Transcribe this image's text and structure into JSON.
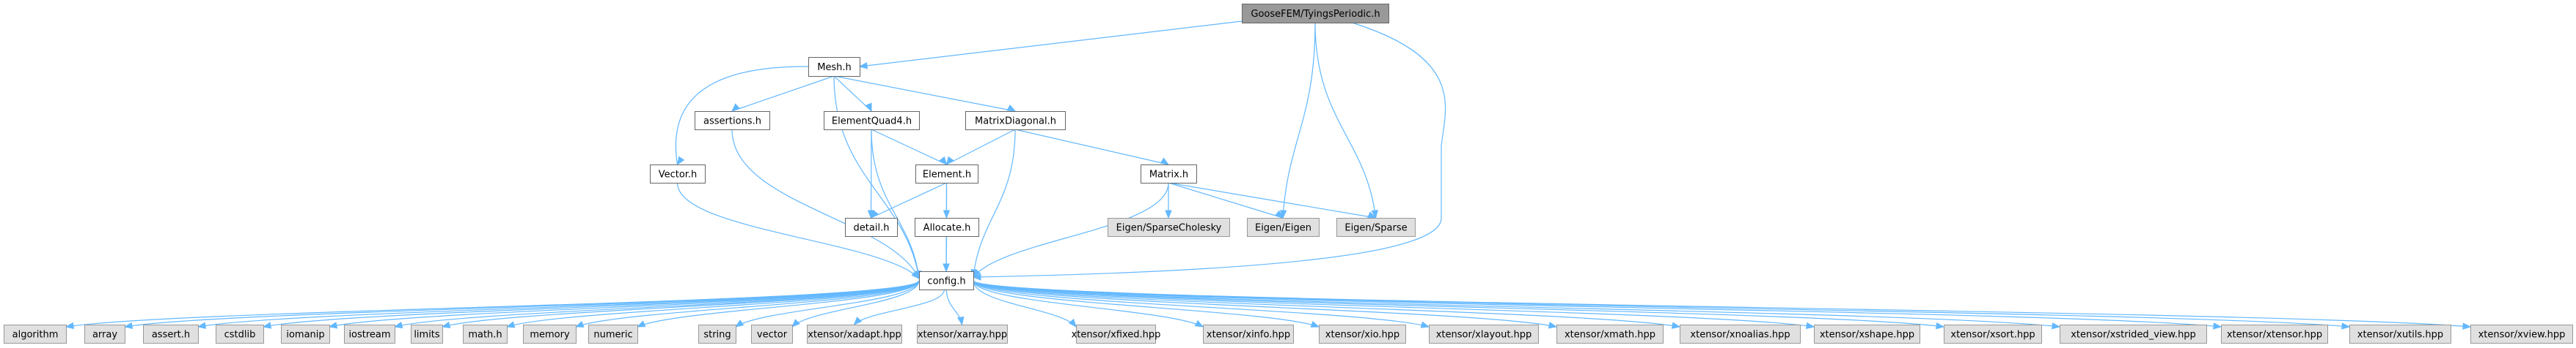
{
  "diagram": {
    "title": "Include dependency graph for GooseFEM/TyingsPeriodic.h",
    "colors": {
      "edge": "#63b8ff",
      "root_fill": "#999999",
      "project_fill": "#ffffff",
      "external_fill": "#e0e0e0",
      "border": "#666666"
    },
    "nodes": [
      {
        "id": "root",
        "label": "GooseFEM/TyingsPeriodic.h",
        "kind": "root"
      },
      {
        "id": "mesh",
        "label": "Mesh.h",
        "kind": "project"
      },
      {
        "id": "assertions",
        "label": "assertions.h",
        "kind": "project"
      },
      {
        "id": "elementquad4",
        "label": "ElementQuad4.h",
        "kind": "project"
      },
      {
        "id": "matrixdiagonal",
        "label": "MatrixDiagonal.h",
        "kind": "project"
      },
      {
        "id": "vector",
        "label": "Vector.h",
        "kind": "project"
      },
      {
        "id": "element",
        "label": "Element.h",
        "kind": "project"
      },
      {
        "id": "matrix",
        "label": "Matrix.h",
        "kind": "project"
      },
      {
        "id": "detail",
        "label": "detail.h",
        "kind": "project"
      },
      {
        "id": "allocate",
        "label": "Allocate.h",
        "kind": "project"
      },
      {
        "id": "sparsecholesky",
        "label": "Eigen/SparseCholesky",
        "kind": "external"
      },
      {
        "id": "eigen",
        "label": "Eigen/Eigen",
        "kind": "external"
      },
      {
        "id": "sparse",
        "label": "Eigen/Sparse",
        "kind": "external"
      },
      {
        "id": "config",
        "label": "config.h",
        "kind": "project"
      },
      {
        "id": "algorithm",
        "label": "algorithm",
        "kind": "external"
      },
      {
        "id": "array",
        "label": "array",
        "kind": "external"
      },
      {
        "id": "assert",
        "label": "assert.h",
        "kind": "external"
      },
      {
        "id": "cstdlib",
        "label": "cstdlib",
        "kind": "external"
      },
      {
        "id": "iomanip",
        "label": "iomanip",
        "kind": "external"
      },
      {
        "id": "iostream",
        "label": "iostream",
        "kind": "external"
      },
      {
        "id": "limits",
        "label": "limits",
        "kind": "external"
      },
      {
        "id": "math",
        "label": "math.h",
        "kind": "external"
      },
      {
        "id": "memory",
        "label": "memory",
        "kind": "external"
      },
      {
        "id": "numeric",
        "label": "numeric",
        "kind": "external"
      },
      {
        "id": "string",
        "label": "string",
        "kind": "external"
      },
      {
        "id": "vectorstd",
        "label": "vector",
        "kind": "external"
      },
      {
        "id": "xadapt",
        "label": "xtensor/xadapt.hpp",
        "kind": "external"
      },
      {
        "id": "xarray",
        "label": "xtensor/xarray.hpp",
        "kind": "external"
      },
      {
        "id": "xfixed",
        "label": "xtensor/xfixed.hpp",
        "kind": "external"
      },
      {
        "id": "xinfo",
        "label": "xtensor/xinfo.hpp",
        "kind": "external"
      },
      {
        "id": "xio",
        "label": "xtensor/xio.hpp",
        "kind": "external"
      },
      {
        "id": "xlayout",
        "label": "xtensor/xlayout.hpp",
        "kind": "external"
      },
      {
        "id": "xmath",
        "label": "xtensor/xmath.hpp",
        "kind": "external"
      },
      {
        "id": "xnoalias",
        "label": "xtensor/xnoalias.hpp",
        "kind": "external"
      },
      {
        "id": "xshape",
        "label": "xtensor/xshape.hpp",
        "kind": "external"
      },
      {
        "id": "xsort",
        "label": "xtensor/xsort.hpp",
        "kind": "external"
      },
      {
        "id": "xstrided",
        "label": "xtensor/xstrided_view.hpp",
        "kind": "external"
      },
      {
        "id": "xtensor",
        "label": "xtensor/xtensor.hpp",
        "kind": "external"
      },
      {
        "id": "xutils",
        "label": "xtensor/xutils.hpp",
        "kind": "external"
      },
      {
        "id": "xview",
        "label": "xtensor/xview.hpp",
        "kind": "external"
      }
    ],
    "edges": [
      [
        "root",
        "mesh"
      ],
      [
        "root",
        "eigen"
      ],
      [
        "root",
        "sparse"
      ],
      [
        "root",
        "config"
      ],
      [
        "mesh",
        "vector"
      ],
      [
        "mesh",
        "assertions"
      ],
      [
        "mesh",
        "config"
      ],
      [
        "mesh",
        "elementquad4"
      ],
      [
        "mesh",
        "matrixdiagonal"
      ],
      [
        "assertions",
        "config"
      ],
      [
        "elementquad4",
        "config"
      ],
      [
        "elementquad4",
        "detail"
      ],
      [
        "elementquad4",
        "element"
      ],
      [
        "matrixdiagonal",
        "element"
      ],
      [
        "matrixdiagonal",
        "config"
      ],
      [
        "matrixdiagonal",
        "matrix"
      ],
      [
        "vector",
        "config"
      ],
      [
        "element",
        "detail"
      ],
      [
        "element",
        "allocate"
      ],
      [
        "element",
        "config"
      ],
      [
        "matrix",
        "config"
      ],
      [
        "matrix",
        "sparsecholesky"
      ],
      [
        "matrix",
        "eigen"
      ],
      [
        "matrix",
        "sparse"
      ],
      [
        "allocate",
        "config"
      ],
      [
        "config",
        "algorithm"
      ],
      [
        "config",
        "array"
      ],
      [
        "config",
        "assert"
      ],
      [
        "config",
        "cstdlib"
      ],
      [
        "config",
        "iomanip"
      ],
      [
        "config",
        "iostream"
      ],
      [
        "config",
        "limits"
      ],
      [
        "config",
        "math"
      ],
      [
        "config",
        "memory"
      ],
      [
        "config",
        "numeric"
      ],
      [
        "config",
        "string"
      ],
      [
        "config",
        "vectorstd"
      ],
      [
        "config",
        "xadapt"
      ],
      [
        "config",
        "xarray"
      ],
      [
        "config",
        "xfixed"
      ],
      [
        "config",
        "xinfo"
      ],
      [
        "config",
        "xio"
      ],
      [
        "config",
        "xlayout"
      ],
      [
        "config",
        "xmath"
      ],
      [
        "config",
        "xnoalias"
      ],
      [
        "config",
        "xshape"
      ],
      [
        "config",
        "xsort"
      ],
      [
        "config",
        "xstrided"
      ],
      [
        "config",
        "xtensor"
      ],
      [
        "config",
        "xutils"
      ],
      [
        "config",
        "xview"
      ]
    ]
  }
}
